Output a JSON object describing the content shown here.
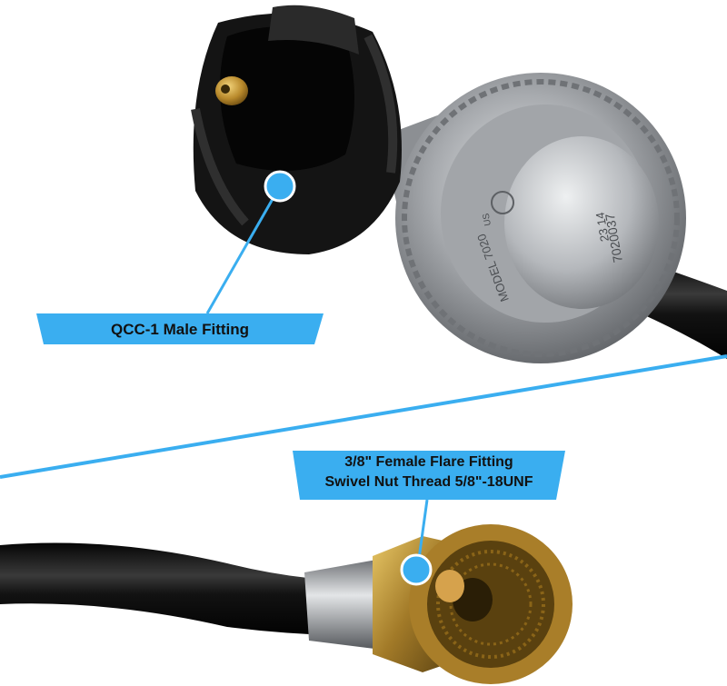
{
  "callouts": [
    {
      "label": "QCC-1 Male Fitting"
    },
    {
      "lines": [
        "3/8\" Female Flare Fitting",
        "Swivel Nut Thread 5/8\"-18UNF"
      ]
    }
  ],
  "regulator_marking": {
    "model": "MODEL 7020",
    "code": "7020037",
    "date": "23 14",
    "country": "US"
  },
  "colors": {
    "callout_fill": "#3aaef0",
    "callout_line": "#3aaef0",
    "hose": "#121212",
    "brass": "#b8892e",
    "regulator_metal": "#9a9da2"
  }
}
